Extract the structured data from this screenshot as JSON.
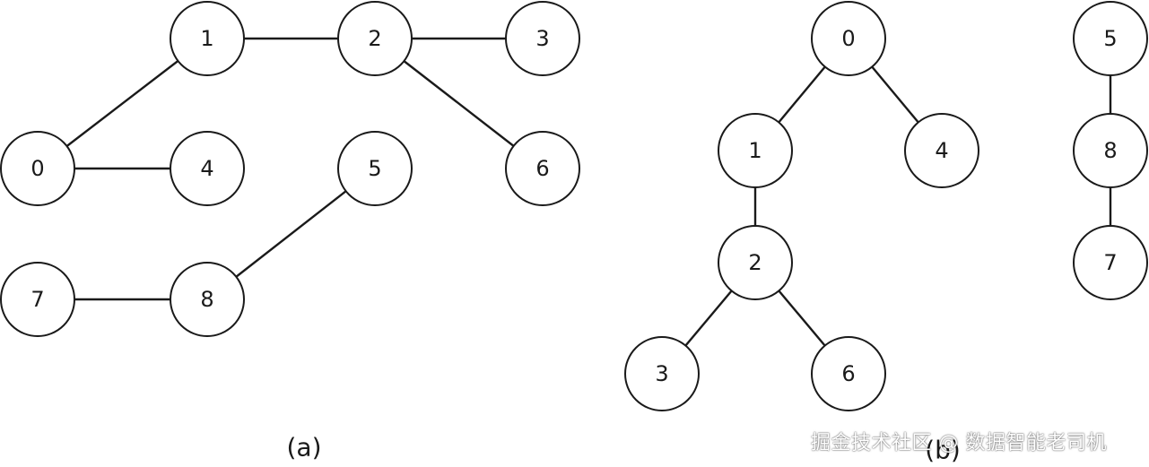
{
  "diagram_a": {
    "caption": "(a)",
    "nodes": [
      {
        "id": "a0",
        "label": "0"
      },
      {
        "id": "a1",
        "label": "1"
      },
      {
        "id": "a2",
        "label": "2"
      },
      {
        "id": "a3",
        "label": "3"
      },
      {
        "id": "a4",
        "label": "4"
      },
      {
        "id": "a5",
        "label": "5"
      },
      {
        "id": "a6",
        "label": "6"
      },
      {
        "id": "a7",
        "label": "7"
      },
      {
        "id": "a8",
        "label": "8"
      }
    ],
    "edges": [
      [
        "a0",
        "a1"
      ],
      [
        "a1",
        "a2"
      ],
      [
        "a2",
        "a3"
      ],
      [
        "a2",
        "a6"
      ],
      [
        "a0",
        "a4"
      ],
      [
        "a7",
        "a8"
      ],
      [
        "a8",
        "a5"
      ]
    ]
  },
  "diagram_b": {
    "caption": "(b)",
    "nodes": [
      {
        "id": "b0",
        "label": "0"
      },
      {
        "id": "b1",
        "label": "1"
      },
      {
        "id": "b4",
        "label": "4"
      },
      {
        "id": "b2",
        "label": "2"
      },
      {
        "id": "b3",
        "label": "3"
      },
      {
        "id": "b6",
        "label": "6"
      },
      {
        "id": "b5",
        "label": "5"
      },
      {
        "id": "b8",
        "label": "8"
      },
      {
        "id": "b7",
        "label": "7"
      }
    ],
    "edges": [
      [
        "b0",
        "b1"
      ],
      [
        "b0",
        "b4"
      ],
      [
        "b1",
        "b2"
      ],
      [
        "b2",
        "b3"
      ],
      [
        "b2",
        "b6"
      ],
      [
        "b5",
        "b8"
      ],
      [
        "b8",
        "b7"
      ]
    ]
  },
  "watermark": "掘金技术社区 @ 数据智能老司机"
}
